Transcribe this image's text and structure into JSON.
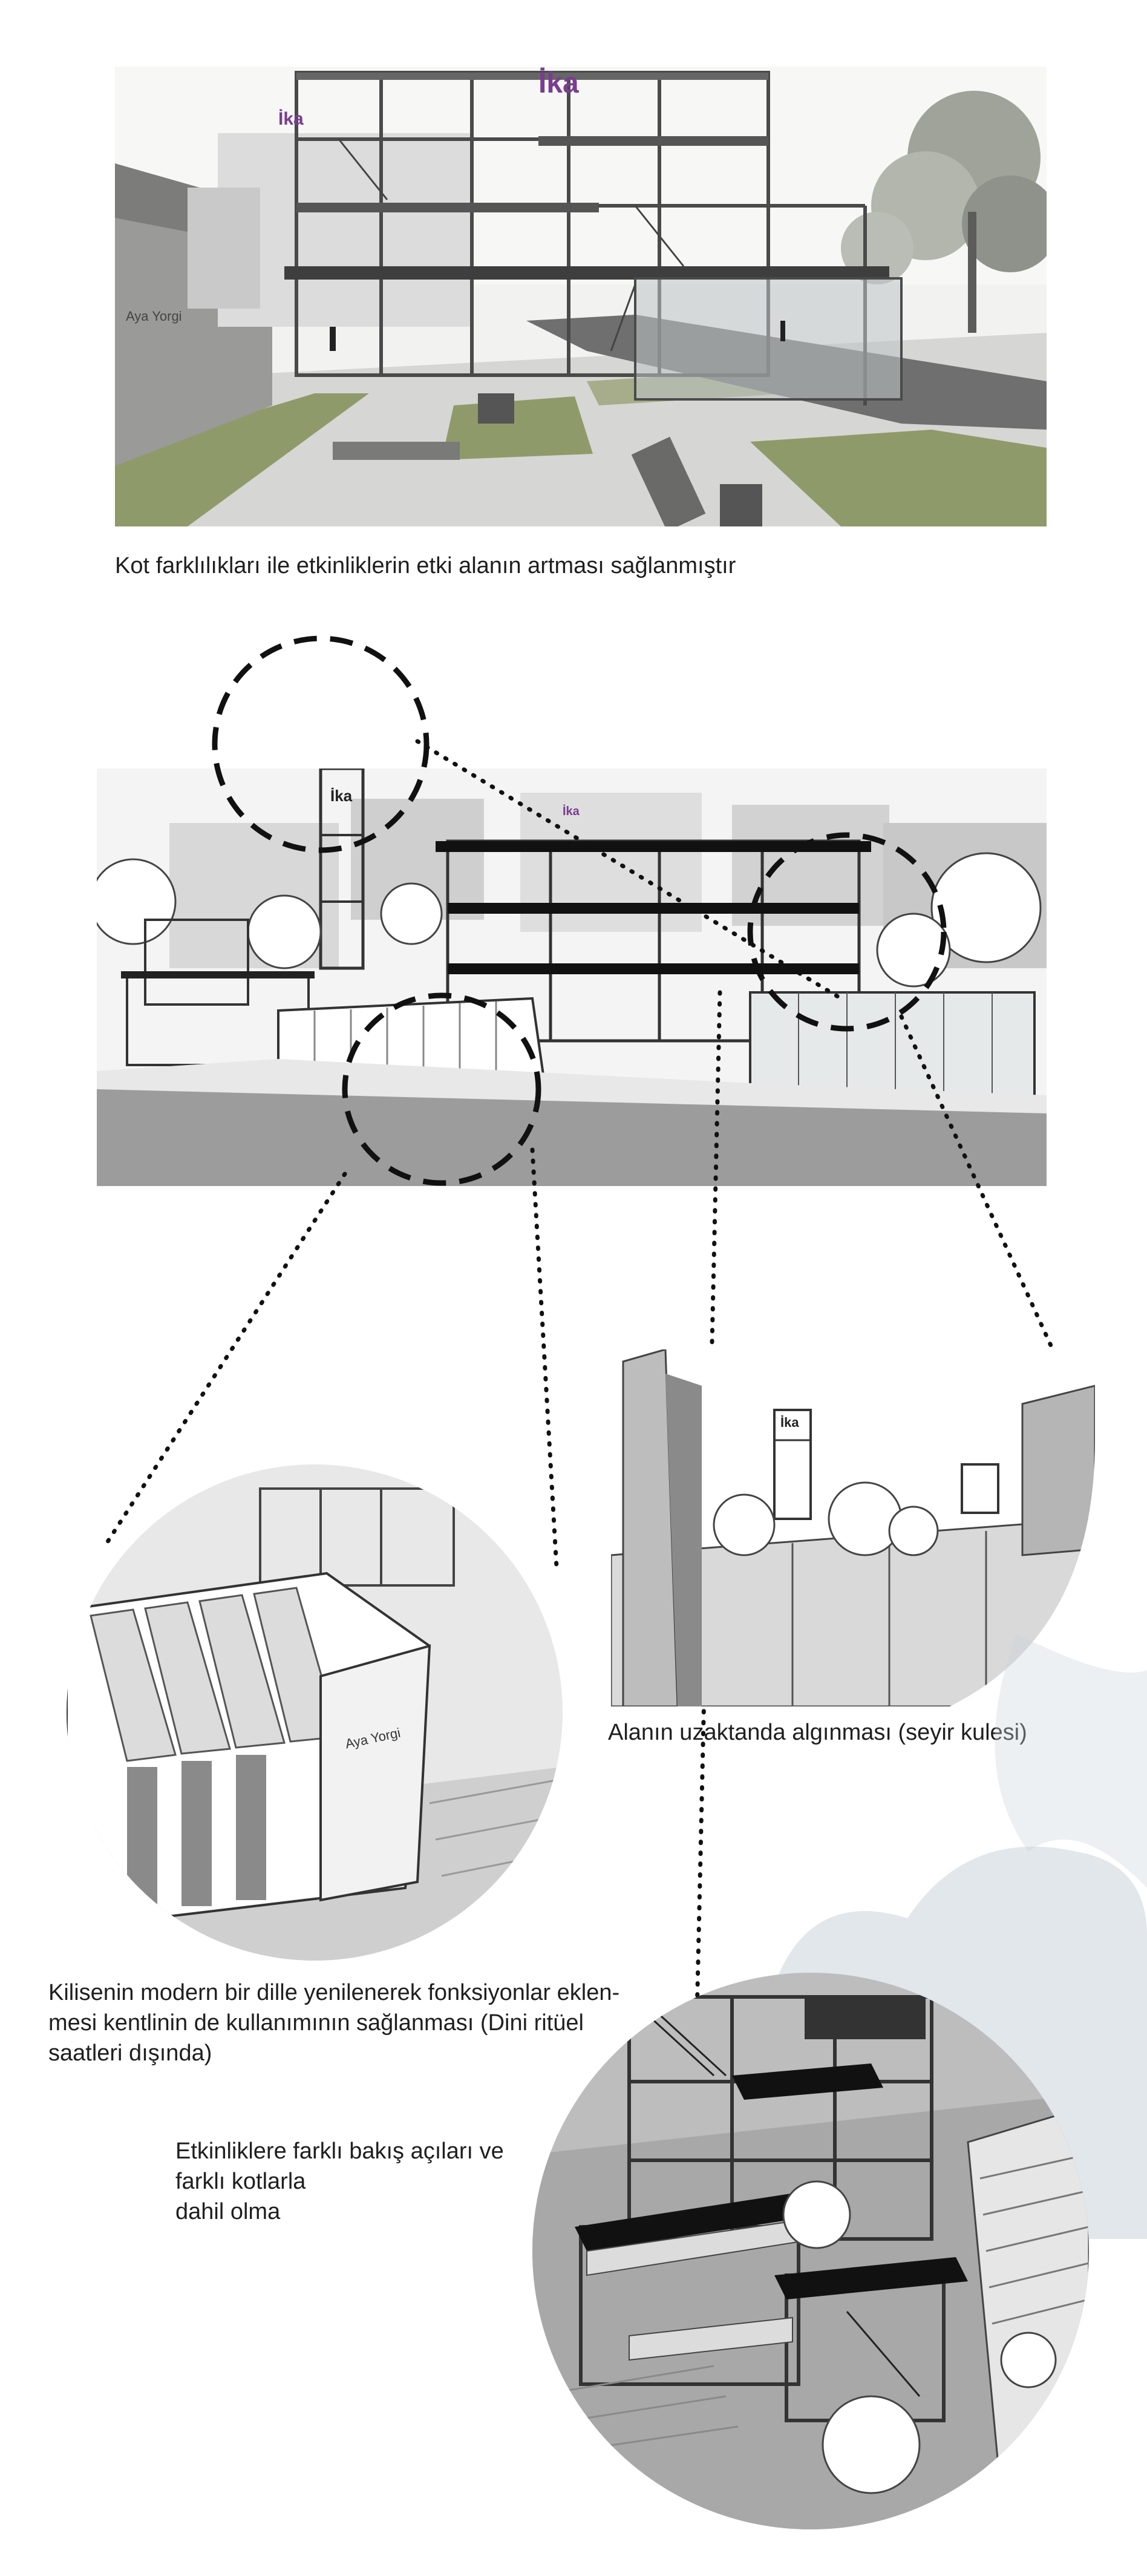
{
  "captions": {
    "top": "Kot farklılıkları ile etkinliklerin etki alanın artması sağlanmıştır",
    "tower": "Alanın uzaktanda algınması (seyir kulesi)",
    "church_line1": "Kilisenin modern bir dille yenilenerek fonksiyonlar eklen-",
    "church_line2": "mesi kentlinin de kullanımının sağlanması (Dini ritüel",
    "church_line3": "saatleri dışında)",
    "views_line1": "Etkinliklere farklı bakış açıları ve",
    "views_line2": "farklı kotlarla",
    "views_line3": "dahil olma"
  },
  "signage": {
    "brand": "İka",
    "building_name": "Aya Yorgi"
  },
  "colors": {
    "grass": "#8f9a6a",
    "paving": "#d4d4d2",
    "steel": "#4a4a4a",
    "wall": "#9a9a9a",
    "accent": "#7a3d8f",
    "watercolor": "#c9d3da"
  }
}
